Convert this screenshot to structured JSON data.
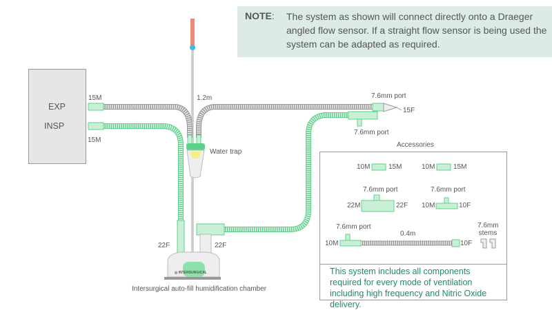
{
  "note": {
    "heading": "NOTE",
    "text": "The system as shown will connect directly onto a Draeger angled flow sensor. If a straight flow sensor is being used the system can be adapted as required."
  },
  "ventilator": {
    "exp": "EXP",
    "insp": "INSP"
  },
  "labels": {
    "exp_port": "15M",
    "insp_port": "15M",
    "probe_length": "1.2m",
    "wye_port_top": "7.6mm port",
    "wye_port_bottom": "7.6mm port",
    "wye_patient": "15F",
    "water_trap": "Water trap",
    "chamber_in": "22F",
    "chamber_out": "22F",
    "chamber_caption": "Intersurgical auto-fill humidification chamber",
    "chamber_brand": "INTERSURGICAL"
  },
  "accessories": {
    "title": "Accessories",
    "adapter1": {
      "left": "10M",
      "right": "15M"
    },
    "adapter2": {
      "left": "10M",
      "right": "15M"
    },
    "tpiece_large": {
      "port": "7.6mm port",
      "left": "22M",
      "right": "22F"
    },
    "tpiece_small": {
      "port": "7.6mm port",
      "left": "10M",
      "right": "10F"
    },
    "extension": {
      "port": "7.6mm port",
      "length": "0.4m",
      "left": "10M",
      "right": "10F"
    },
    "stems": "7.6mm stems",
    "footer": "This system includes all components required for every mode of ventilation including high frequency and Nitric Oxide delivery."
  },
  "colors": {
    "green": "#5fd08a",
    "gray_tube": "#c8c8c8",
    "note_bg": "#dcebe8",
    "footer_text": "#1e8a6a",
    "probe_tip": "#f08878"
  }
}
